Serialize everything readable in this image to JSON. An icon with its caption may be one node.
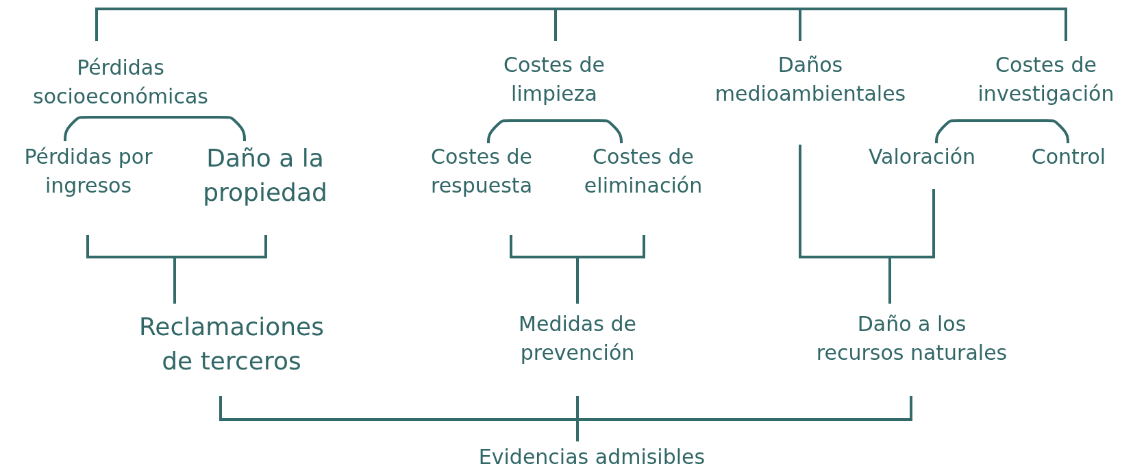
{
  "diagram": {
    "nodes": [
      {
        "text": [
          "Pérdidas socioeconómicas"
        ]
      },
      {
        "text": [
          "Costes de limpieza"
        ]
      },
      {
        "text": [
          "Daños medioambientales"
        ]
      },
      {
        "text": [
          "Costes de investigación"
        ]
      },
      {
        "text": [
          "Pérdidas por ingresos"
        ]
      },
      {
        "text": [
          "Daño a la propiedad"
        ]
      },
      {
        "text": [
          "Costes de respuesta"
        ]
      },
      {
        "text": [
          "Costes de eliminación"
        ]
      },
      {
        "text": [
          "Valoración"
        ]
      },
      {
        "text": [
          "Control"
        ]
      },
      {
        "text": [
          "Reclamaciones de terceros"
        ]
      },
      {
        "text": [
          "Medidas de prevención"
        ]
      },
      {
        "text": [
          "Daño a los recursos naturales"
        ]
      },
      {
        "text": [
          "Evidencias admisibles"
        ]
      }
    ],
    "edges": [
      {
        "from": 0,
        "to": 1,
        "arrow": "none"
      },
      {
        "from": 1,
        "to": 2,
        "arrow": "none"
      },
      {
        "from": 2,
        "to": 3,
        "arrow": "none"
      },
      {
        "from": 0,
        "to": 4,
        "arrow": "none"
      },
      {
        "from": 0,
        "to": 5,
        "arrow": "none"
      },
      {
        "from": 1,
        "to": 6,
        "arrow": "none"
      },
      {
        "from": 1,
        "to": 7,
        "arrow": "none"
      },
      {
        "from": 3,
        "to": 8,
        "arrow": "none"
      },
      {
        "from": 3,
        "to": 9,
        "arrow": "none"
      },
      {
        "from": 4,
        "to": 10,
        "arrow": "none"
      },
      {
        "from": 5,
        "to": 10,
        "arrow": "none"
      },
      {
        "from": 6,
        "to": 11,
        "arrow": "none"
      },
      {
        "from": 7,
        "to": 11,
        "arrow": "none"
      },
      {
        "from": 2,
        "to": 12,
        "arrow": "none"
      },
      {
        "from": 8,
        "to": 12,
        "arrow": "none"
      },
      {
        "from": 10,
        "to": 13,
        "arrow": "none"
      },
      {
        "from": 11,
        "to": 13,
        "arrow": "none"
      },
      {
        "from": 12,
        "to": 13,
        "arrow": "none"
      }
    ]
  }
}
